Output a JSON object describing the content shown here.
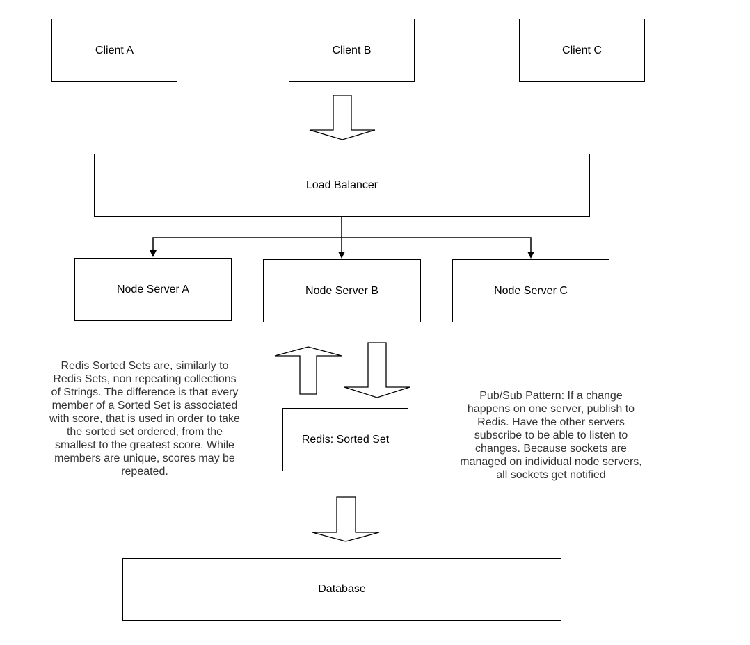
{
  "nodes": {
    "client_a": "Client A",
    "client_b": "Client B",
    "client_c": "Client C",
    "load_balancer": "Load Balancer",
    "node_server_a": "Node Server A",
    "node_server_b": "Node Server B",
    "node_server_c": "Node Server C",
    "redis": "Redis: Sorted Set",
    "database": "Database"
  },
  "notes": {
    "redis_sorted_sets": "Redis Sorted Sets are, similarly to Redis Sets, non repeating collections of Strings. The difference is that every member of a Sorted Set is associated with score, that is used in order to take the sorted set ordered, from the smallest to the greatest score. While members are unique, scores may be repeated.",
    "pub_sub": "Pub/Sub Pattern: If a change happens on one server, publish to Redis. Have the other servers subscribe to be able to listen to changes. Because sockets are managed on individual node servers, all sockets get notified"
  }
}
